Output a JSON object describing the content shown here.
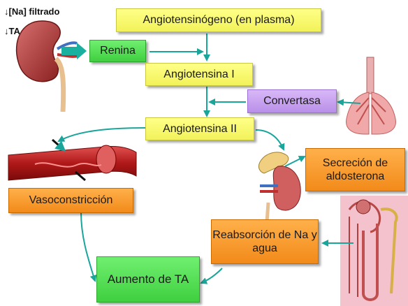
{
  "colors": {
    "arrow": "#1aa59a",
    "kidney_arrow": "#1ab0a0"
  },
  "top_left": {
    "sodium_label": "↓[Na] filtrado",
    "pressure_label": "↓TA"
  },
  "boxes": {
    "angiotensinogen": "Angiotensinógeno (en plasma)",
    "renin": "Renina",
    "angiotensin_1": "Angiotensina I",
    "convertase": "Convertasa",
    "angiotensin_2": "Angiotensina II",
    "aldosterone": "Secreción de aldosterona",
    "vasoconstriction": "Vasoconstricción",
    "reabsorption": "Reabsorción de Na y agua",
    "increase_ta": "Aumento de TA"
  },
  "icons": [
    "kidney-icon",
    "lungs-icon",
    "blood-vessel-icon",
    "adrenal-gland-icon",
    "nephron-icon"
  ]
}
